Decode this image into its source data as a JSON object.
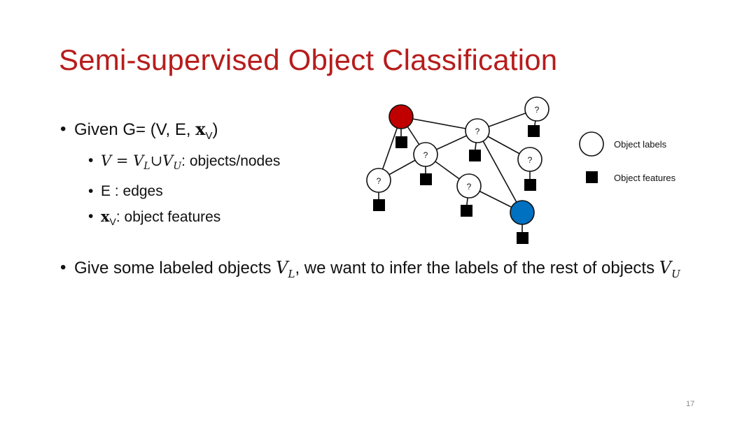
{
  "title": "Semi-supervised Object Classification",
  "bullets": {
    "given_prefix": "Given G= (V, E, ",
    "given_xv": "x",
    "given_sub": "V",
    "given_suffix": ")",
    "sub1_math": "V = V",
    "sub1_L": "L",
    "sub1_union": "∪V",
    "sub1_U": "U",
    "sub1_text": ": objects/nodes",
    "sub2_text": "E : edges",
    "sub3_x": "x",
    "sub3_sub": "V",
    "sub3_text": ": object features"
  },
  "bullet2": {
    "part1": "Give some labeled objects ",
    "vl": "V",
    "vl_sub": "L",
    "part2": ", we want to infer the labels of the rest of objects ",
    "vu": "V",
    "vu_sub": "U"
  },
  "graph": {
    "unknown_label": "?",
    "labeled_colors": {
      "red": "#c00000",
      "blue": "#0070c0"
    }
  },
  "legend": {
    "labels_text": "Object labels",
    "features_text": "Object features"
  },
  "page_number": "17"
}
